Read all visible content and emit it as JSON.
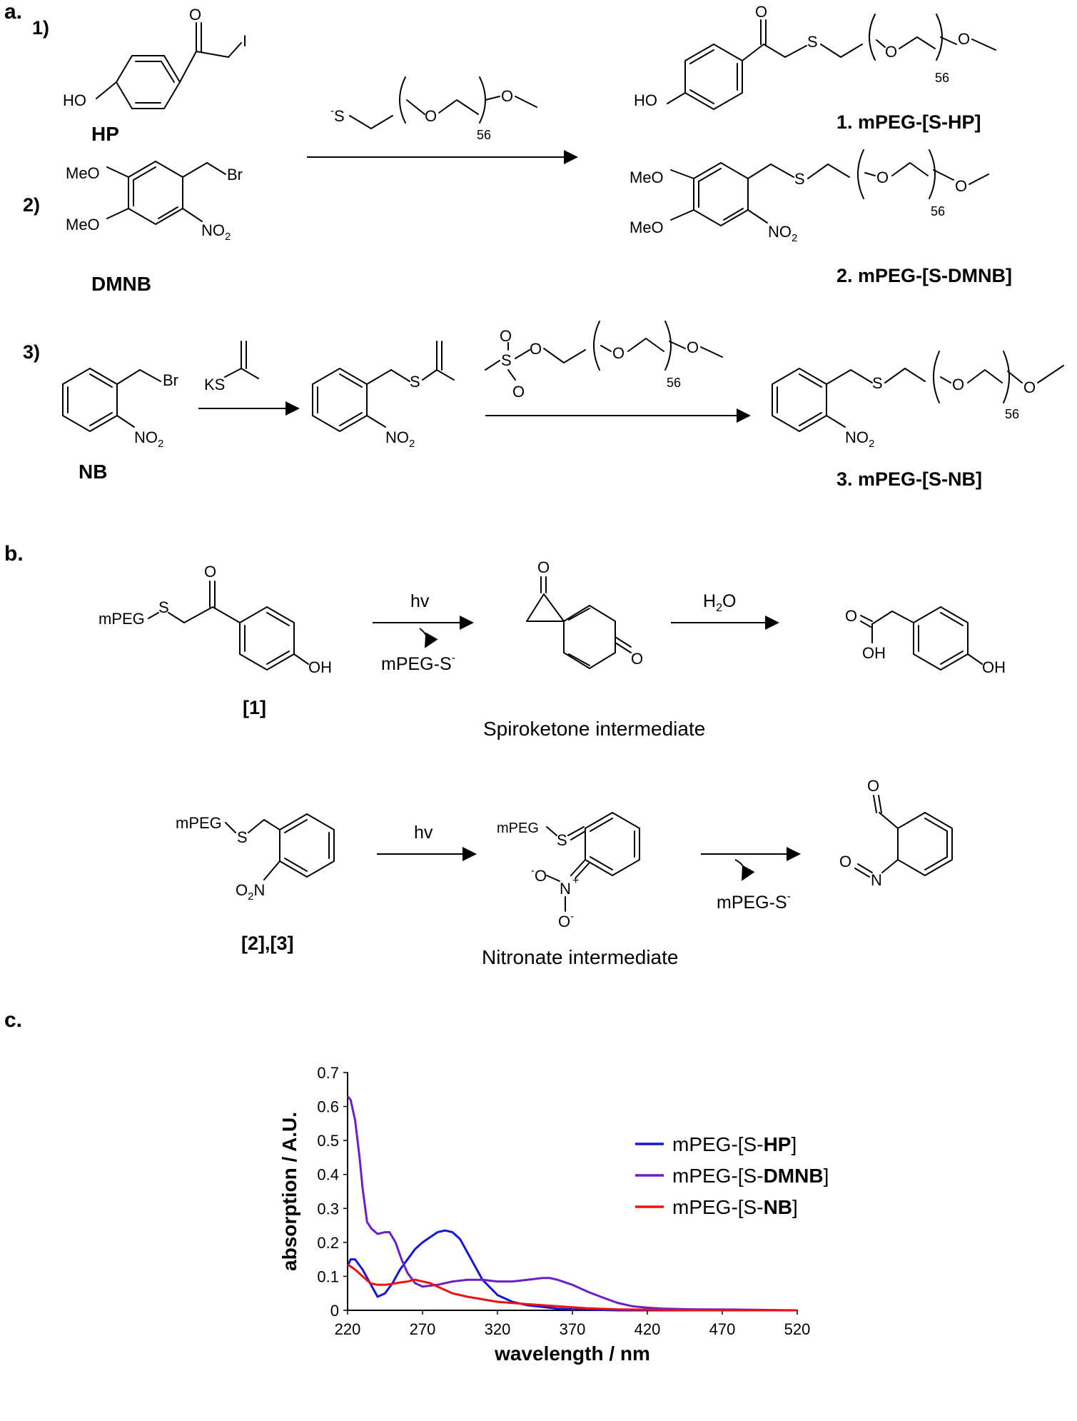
{
  "panels": {
    "a": "a.",
    "b": "b.",
    "c": "c."
  },
  "panel_a": {
    "r1": "1)",
    "r2": "2)",
    "r3": "3)",
    "HO": "HO",
    "I": "I",
    "O": "O",
    "HP": "HP",
    "MeO": "MeO",
    "Br": "Br",
    "NO2": "NO",
    "sub2": "2",
    "DMNB": "DMNB",
    "NB": "NB",
    "KS": "KS",
    "S": "S",
    "Sminus": "S",
    "minus": "-",
    "n": "56",
    "p1": "1. mPEG-[S-HP]",
    "p2": "2. mPEG-[S-DMNB]",
    "p3": "3. mPEG-[S-NB]"
  },
  "panel_b": {
    "mPEG": "mPEG",
    "hv": "hv",
    "H2O": "H",
    "H2O_tail": "O",
    "OH": "OH",
    "mPEGS": "mPEG-S",
    "c1": "[1]",
    "c23": "[2],[3]",
    "spiro": "Spiroketone intermediate",
    "nitronate": "Nitronate intermediate",
    "N": "N",
    "plus": "+"
  },
  "chart_data": {
    "type": "line",
    "xlabel": "wavelength / nm",
    "ylabel": "absorption / A.U.",
    "xlim": [
      220,
      520
    ],
    "ylim": [
      0,
      0.7
    ],
    "xticks": [
      220,
      270,
      320,
      370,
      420,
      470,
      520
    ],
    "yticks": [
      0,
      0.1,
      0.2,
      0.3,
      0.4,
      0.5,
      0.6,
      0.7
    ],
    "legend_position": "right",
    "series": [
      {
        "name_prefix": "mPEG-[S-",
        "name_bold": "HP",
        "name_suffix": "]",
        "color": "#1515d8",
        "x": [
          220,
          222,
          225,
          230,
          235,
          240,
          245,
          250,
          255,
          260,
          265,
          270,
          275,
          280,
          285,
          290,
          295,
          300,
          305,
          310,
          320,
          330,
          340,
          350,
          360,
          370,
          380,
          400,
          450,
          520
        ],
        "y": [
          0.13,
          0.15,
          0.15,
          0.12,
          0.08,
          0.04,
          0.05,
          0.08,
          0.12,
          0.15,
          0.18,
          0.2,
          0.215,
          0.23,
          0.235,
          0.23,
          0.21,
          0.17,
          0.13,
          0.09,
          0.045,
          0.025,
          0.015,
          0.01,
          0.005,
          0.003,
          0.002,
          0.0,
          0.0,
          0.0
        ]
      },
      {
        "name_prefix": "mPEG-[S-",
        "name_bold": "DMNB",
        "name_suffix": "]",
        "color": "#6a1fc8",
        "x": [
          220,
          222,
          225,
          228,
          230,
          233,
          236,
          240,
          245,
          248,
          252,
          256,
          260,
          265,
          270,
          280,
          290,
          300,
          310,
          320,
          330,
          340,
          350,
          355,
          360,
          370,
          380,
          390,
          400,
          410,
          420,
          430,
          450,
          480,
          520
        ],
        "y": [
          0.63,
          0.62,
          0.56,
          0.45,
          0.36,
          0.26,
          0.24,
          0.225,
          0.23,
          0.23,
          0.2,
          0.15,
          0.11,
          0.08,
          0.07,
          0.075,
          0.085,
          0.09,
          0.09,
          0.085,
          0.085,
          0.09,
          0.095,
          0.095,
          0.09,
          0.075,
          0.055,
          0.038,
          0.022,
          0.012,
          0.008,
          0.005,
          0.003,
          0.002,
          0.0
        ]
      },
      {
        "name_prefix": "mPEG-[S-",
        "name_bold": "NB",
        "name_suffix": "]",
        "color": "#ee1111",
        "x": [
          220,
          225,
          230,
          235,
          240,
          245,
          250,
          255,
          260,
          265,
          270,
          275,
          280,
          290,
          300,
          320,
          340,
          360,
          380,
          400,
          420,
          450,
          520
        ],
        "y": [
          0.135,
          0.12,
          0.1,
          0.08,
          0.075,
          0.075,
          0.078,
          0.082,
          0.085,
          0.09,
          0.085,
          0.08,
          0.07,
          0.05,
          0.04,
          0.025,
          0.018,
          0.012,
          0.006,
          0.003,
          0.002,
          0.0,
          0.0
        ]
      }
    ]
  }
}
